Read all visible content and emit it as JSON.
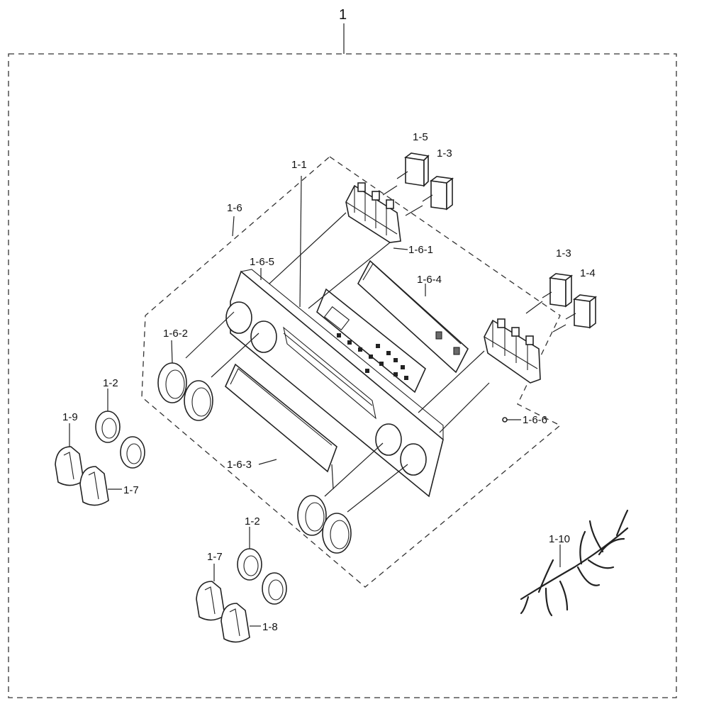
{
  "diagram": {
    "labels": {
      "assembly": "1",
      "l_1_1": "1-1",
      "l_1_2_a": "1-2",
      "l_1_2_b": "1-2",
      "l_1_3_a": "1-3",
      "l_1_3_b": "1-3",
      "l_1_4": "1-4",
      "l_1_5": "1-5",
      "l_1_6": "1-6",
      "l_1_6_1": "1-6-1",
      "l_1_6_2": "1-6-2",
      "l_1_6_3": "1-6-3",
      "l_1_6_4": "1-6-4",
      "l_1_6_5": "1-6-5",
      "l_1_6_6": "1-6-6",
      "l_1_7_a": "1-7",
      "l_1_7_b": "1-7",
      "l_1_8": "1-8",
      "l_1_9": "1-9",
      "l_1_10": "1-10"
    }
  }
}
